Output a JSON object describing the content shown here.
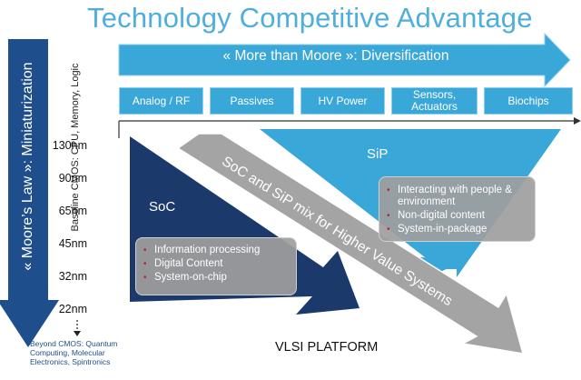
{
  "title": "Technology Competitive Advantage",
  "more_than_moore": "« More than Moore »: Diversification",
  "moores_law": "« Moore’s Law »: Miniaturization",
  "baseline_cmos": "Baseline CMOS: CPU, Memory, Logic",
  "categories": [
    "Analog / RF",
    "Passives",
    "HV Power",
    "Sensors, Actuators",
    "Biochips"
  ],
  "nodes": [
    "130nm",
    "90nm",
    "65nm",
    "45nm",
    "32nm",
    "22nm"
  ],
  "beyond_cmos": "Beyond CMOS: Quantum Computing, Molecular Electronics, Spintronics",
  "soc": {
    "label": "SoC",
    "bullets": [
      "Information processing",
      "Digital Content",
      "System-on-chip"
    ]
  },
  "sip": {
    "label": "SiP",
    "bullets": [
      "Interacting with people & environment",
      "Non-digital content",
      "System-in-package"
    ]
  },
  "mix_label": "SoC and SiP mix for Higher Value Systems",
  "platform": "VLSI PLATFORM",
  "colors": {
    "light_blue": "#3aa7d9",
    "dark_navy": "#1b3a6b",
    "gray": "#9e9e9e",
    "title": "#4eaede",
    "bullet_mark": "#c0202a"
  }
}
